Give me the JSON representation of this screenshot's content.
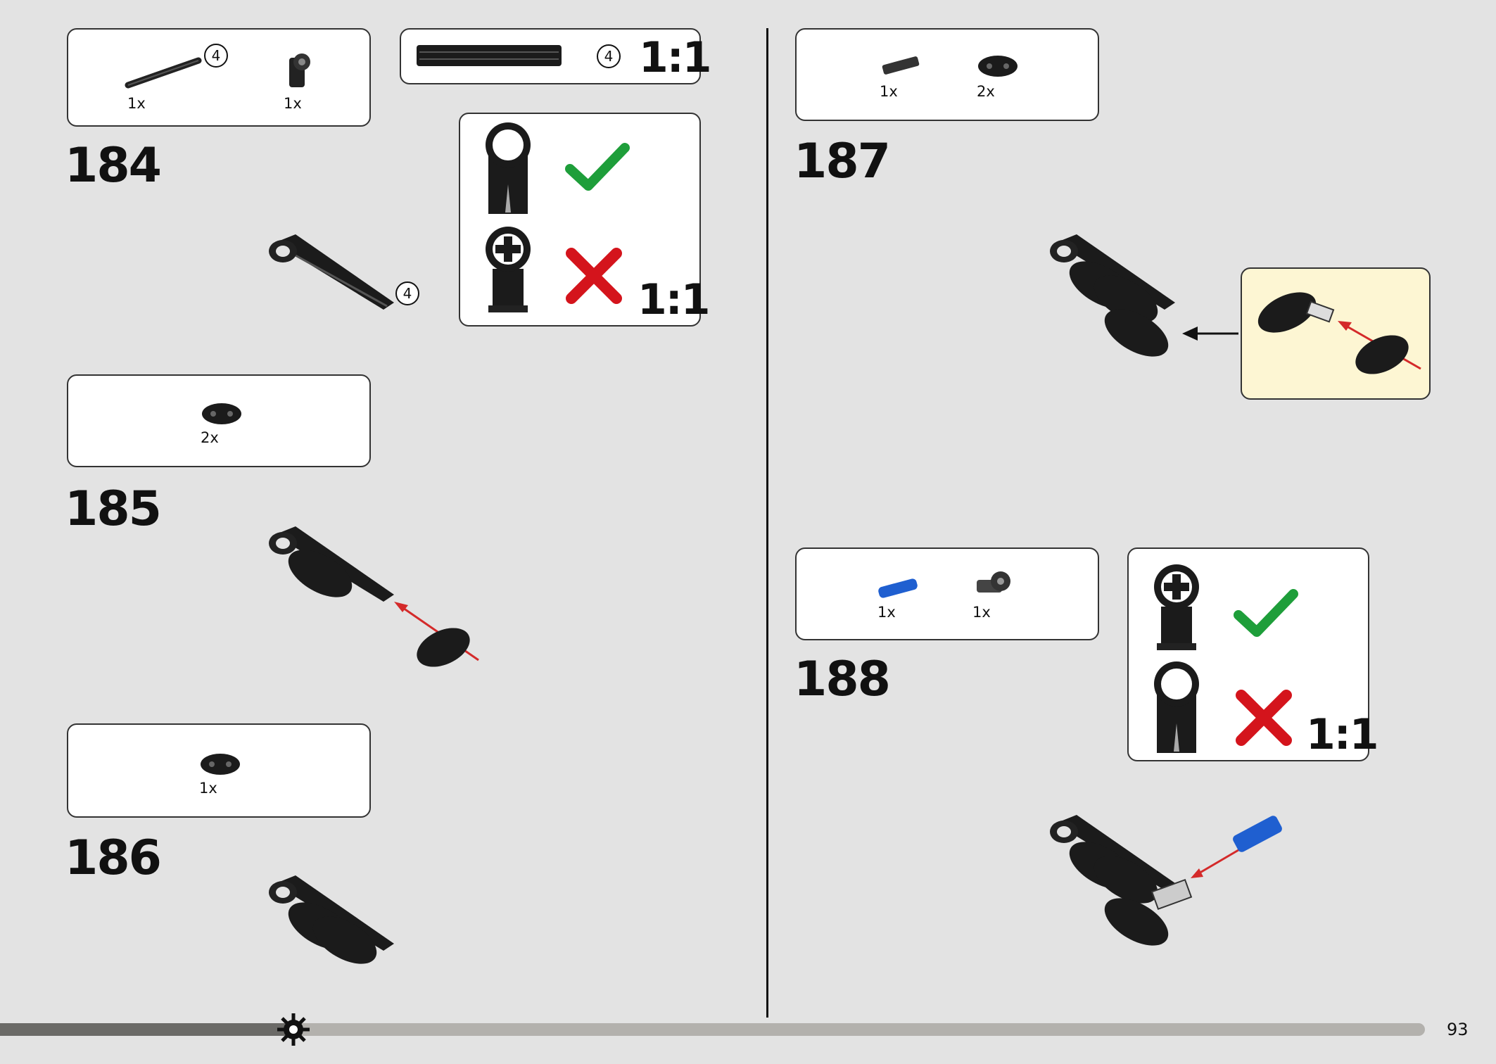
{
  "page": {
    "number": "93"
  },
  "steps": [
    {
      "number": "184",
      "qty": [
        "1x",
        "1x"
      ],
      "axle_count": "4",
      "bar_count": "4",
      "scale_top": "1:1",
      "scale_check": "1:1"
    },
    {
      "number": "185",
      "qty": [
        "2x"
      ]
    },
    {
      "number": "186",
      "qty": [
        "1x"
      ]
    },
    {
      "number": "187",
      "qty": [
        "1x",
        "2x"
      ]
    },
    {
      "number": "188",
      "qty": [
        "1x",
        "1x"
      ],
      "scale_check": "1:1"
    }
  ],
  "colors": {
    "background": "#e3e3e3",
    "callout": "#fdf6d3",
    "check": "#1e9e3a",
    "cross": "#d4141c",
    "arrow": "#d42a2a",
    "blue_pin": "#1f5fd0",
    "progress": "#6b6a67"
  },
  "progress": {
    "fraction": 0.2
  }
}
